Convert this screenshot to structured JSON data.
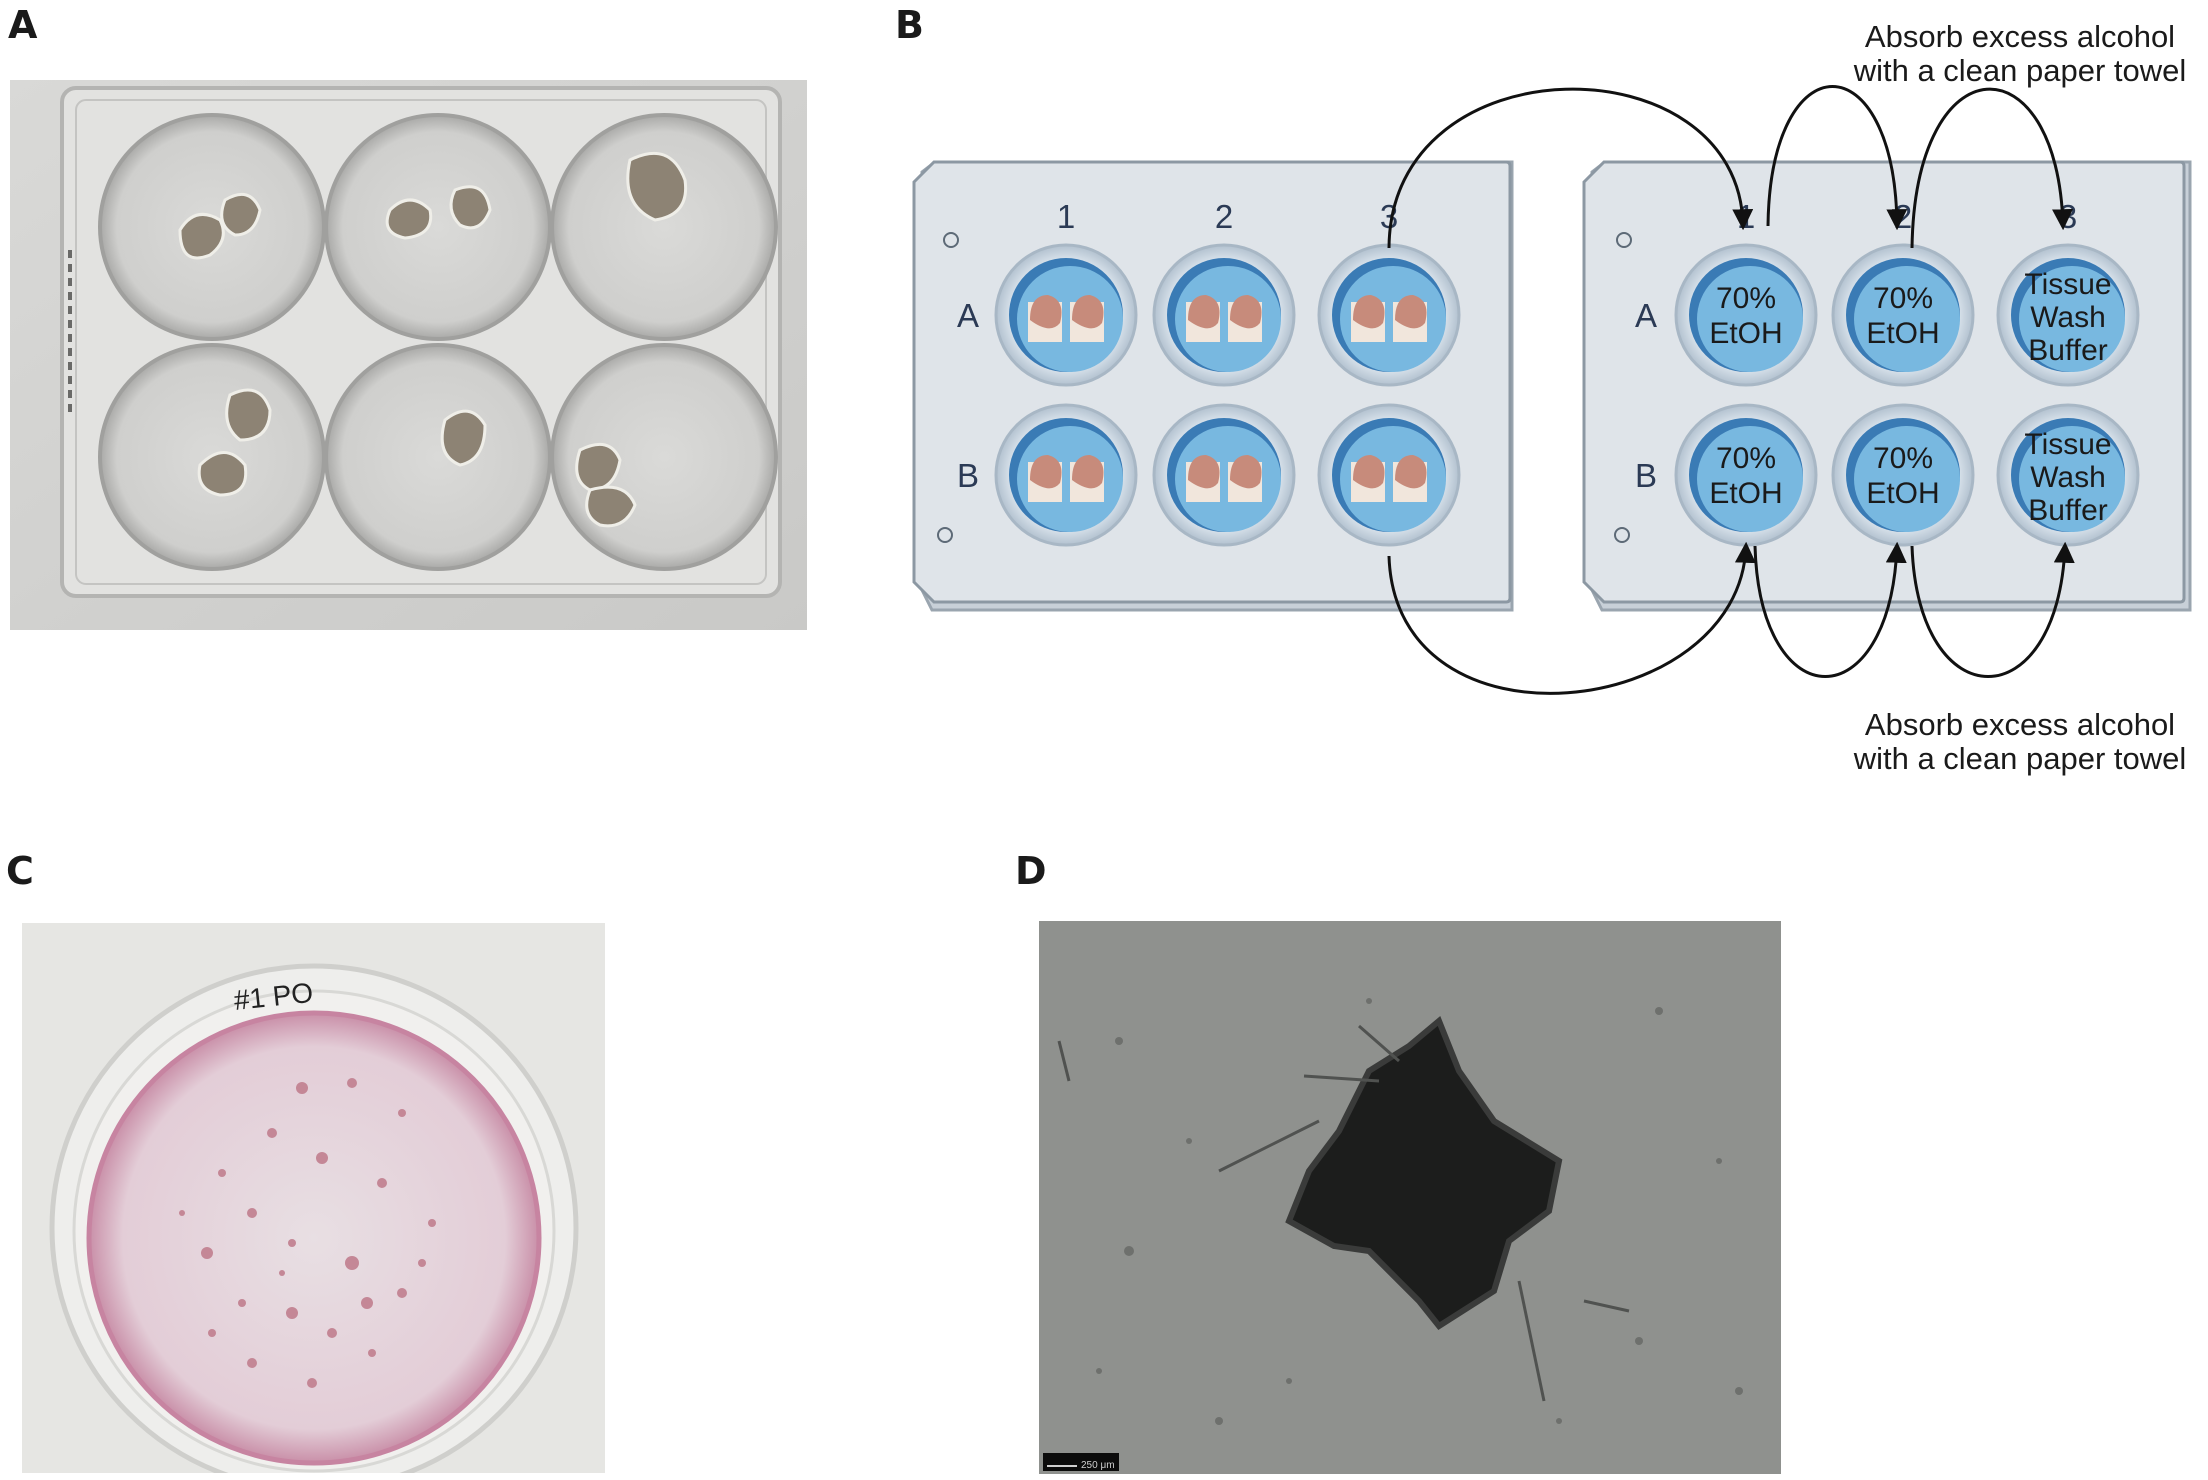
{
  "panels": {
    "a": {
      "letter": "A"
    },
    "b": {
      "letter": "B",
      "columns": [
        "1",
        "2",
        "3"
      ],
      "rows": [
        "A",
        "B"
      ],
      "wells_right": {
        "c1": [
          "70%",
          "EtOH"
        ],
        "c2": [
          "70%",
          "EtOH"
        ],
        "c3": [
          "Tissue",
          "Wash",
          "Buffer"
        ]
      },
      "note_top": [
        "Absorb excess alcohol",
        "with a clean paper towel"
      ],
      "note_bottom": [
        "Absorb excess alcohol",
        "with a clean paper towel"
      ]
    },
    "c": {
      "letter": "C",
      "dish_label": "#1 PO"
    },
    "d": {
      "letter": "D",
      "scale_bar": "250 μm"
    }
  },
  "colors": {
    "plate": "#dfe4e9",
    "plate_edge": "#9aa5af",
    "well_blue": "#78b8e0",
    "well_dark": "#3a7bb5",
    "label_text": "#2b3a55",
    "arrow": "#111111"
  }
}
